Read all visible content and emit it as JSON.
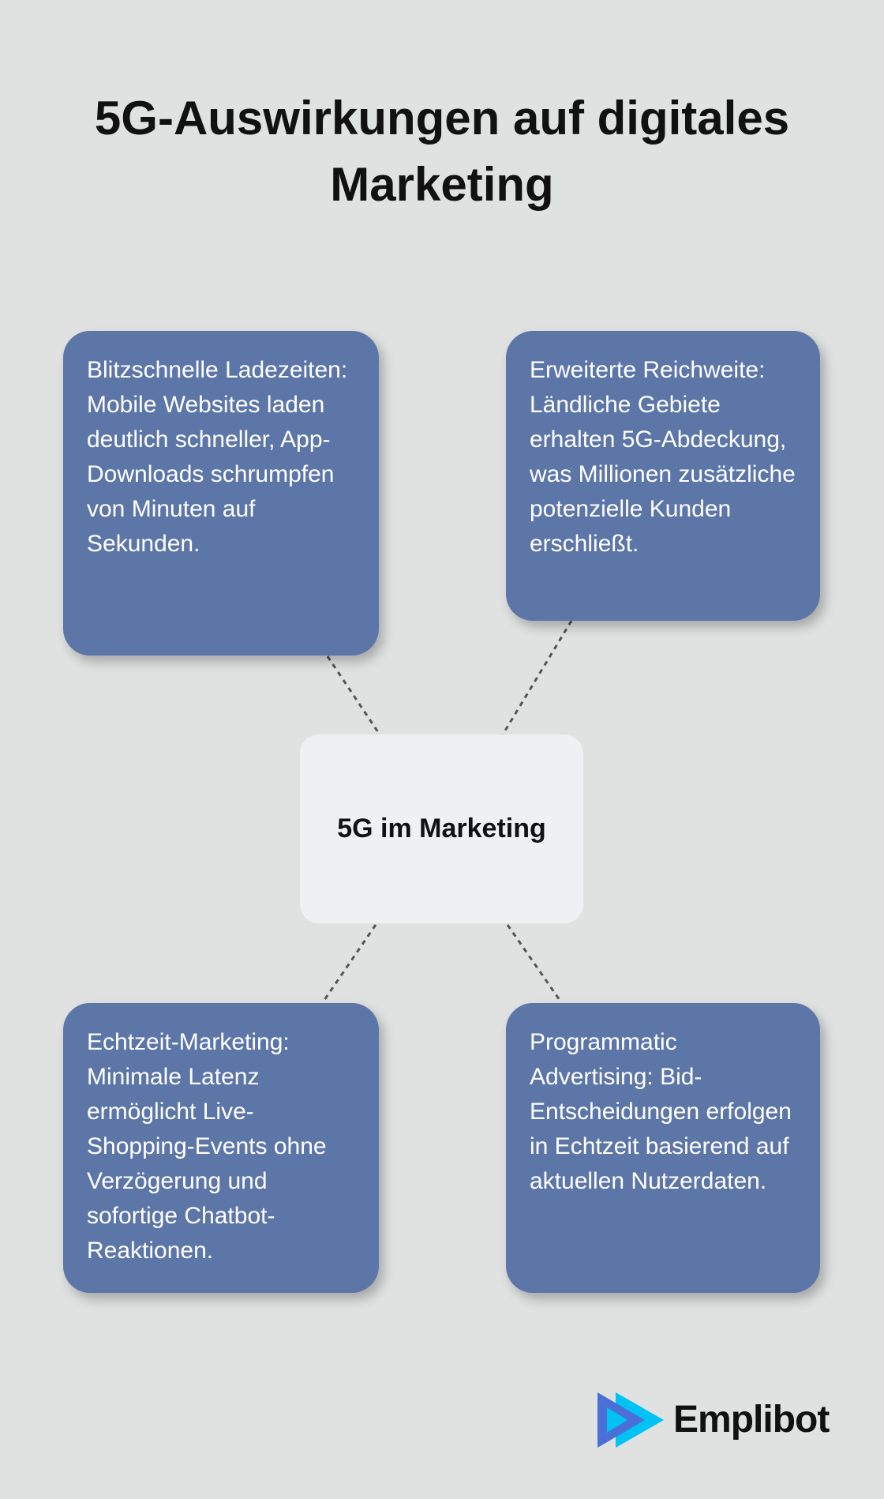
{
  "title": "5G-Auswirkungen auf digitales Marketing",
  "center": {
    "label": "5G im Marketing"
  },
  "nodes": [
    {
      "text": "Blitzschnelle Ladezeiten: Mobile Websites laden deutlich schneller, App-Downloads schrumpfen von Minuten auf Sekunden."
    },
    {
      "text": "Erweiterte Reichweite: Ländliche Gebiete erhalten 5G-Abdeckung, was Millionen zusätzliche potenzielle Kunden erschließt."
    },
    {
      "text": "Echtzeit-Marketing: Minimale Latenz ermöglicht Live-Shopping-Events ohne Verzögerung und sofortige Chatbot-Reaktionen."
    },
    {
      "text": "Programmatic Advertising: Bid-Entscheidungen erfolgen in Echtzeit basierend auf aktuellen Nutzerdaten."
    }
  ],
  "brand": {
    "name": "Emplibot",
    "colors": {
      "dark": "#4a6fd6",
      "light": "#00c2f3"
    }
  },
  "colors": {
    "background": "#e0e1e1",
    "node": "#5d76a8",
    "center": "#eff0f1"
  }
}
